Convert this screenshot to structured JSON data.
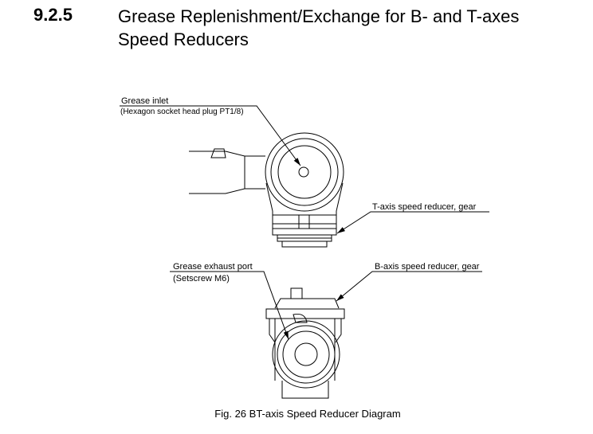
{
  "section": {
    "number": "9.2.5",
    "title_line1": "Grease Replenishment/Exchange for B- and T-axes",
    "title_line2": "Speed Reducers"
  },
  "labels": {
    "grease_inlet": "Grease inlet",
    "grease_inlet_sub": "(Hexagon socket head plug PT1/8)",
    "t_axis": "T-axis speed reducer, gear",
    "grease_exhaust": "Grease exhaust port",
    "grease_exhaust_sub": "(Setscrew M6)",
    "b_axis": "B-axis speed reducer, gear"
  },
  "caption": "Fig. 26  BT-axis Speed Reducer Diagram"
}
